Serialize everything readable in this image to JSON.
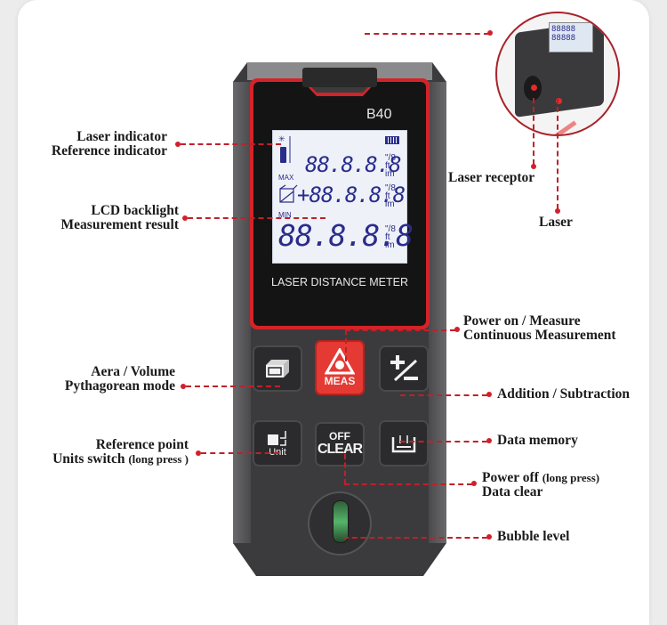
{
  "device": {
    "model": "B40",
    "brand_text": "LASER DISTANCE METER",
    "lcd": {
      "rows": [
        "88.8.8.8",
        "+88.8.8.8",
        "88.8.8.8"
      ],
      "units": [
        "\"/8",
        "ft /8",
        "im"
      ],
      "max_tag": "MAX",
      "min_tag": "MIN"
    },
    "buttons": {
      "meas": "MEAS",
      "off": "OFF",
      "clear": "CLEAR",
      "unit": "Unit",
      "plus_minus": "+/−",
      "area": "area-volume",
      "memory": "memory"
    },
    "inset_lcd": [
      "88888",
      "88888"
    ]
  },
  "labels": {
    "left": [
      {
        "id": "laser-indicator",
        "lines": [
          "Laser indicator",
          "Reference indicator"
        ]
      },
      {
        "id": "lcd-backlight",
        "lines": [
          "LCD backlight",
          "Measurement result"
        ]
      },
      {
        "id": "area-volume",
        "lines": [
          "Aera / Volume",
          "Pythagorean mode"
        ]
      },
      {
        "id": "reference-point",
        "lines": [
          "Reference point",
          "Units switch"
        ],
        "suffix": "(long press )"
      }
    ],
    "right": [
      {
        "id": "laser-receptor",
        "lines": [
          "Laser receptor"
        ]
      },
      {
        "id": "laser",
        "lines": [
          "Laser"
        ]
      },
      {
        "id": "power-on",
        "lines": [
          "Power on / Measure",
          "Continuous Measurement"
        ]
      },
      {
        "id": "add-sub",
        "lines": [
          "Addition / Subtraction"
        ]
      },
      {
        "id": "data-memory",
        "lines": [
          "Data memory"
        ]
      },
      {
        "id": "power-off",
        "lines": [
          "Power off",
          "Data clear"
        ],
        "suffix": "(long press)"
      },
      {
        "id": "bubble-level",
        "lines": [
          "Bubble level"
        ]
      }
    ]
  },
  "colors": {
    "accent": "#d41f2a",
    "lcd_text": "#2a2c8c",
    "body": "#3b3b3d"
  }
}
